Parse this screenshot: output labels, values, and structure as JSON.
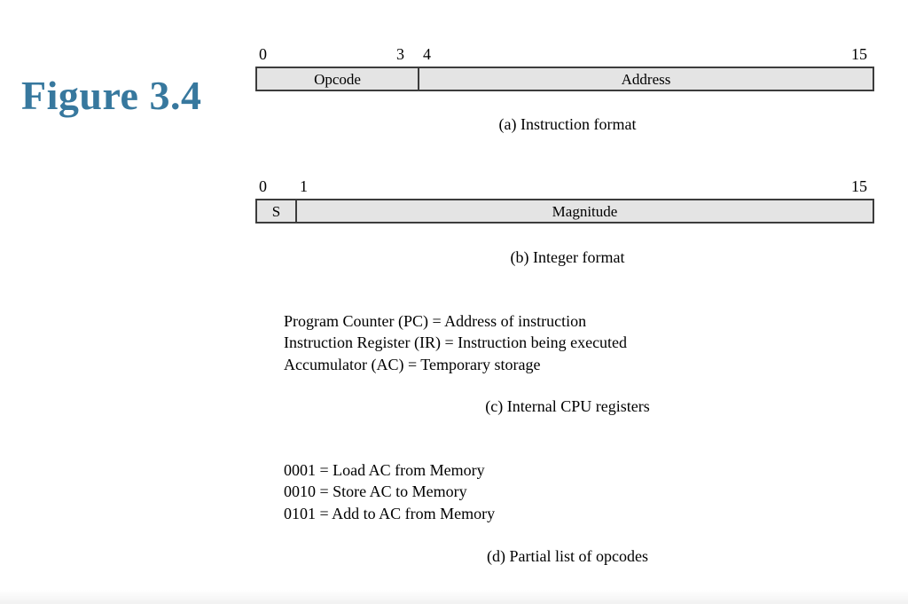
{
  "title": "Figure 3.4",
  "colors": {
    "title_color": "#37789e",
    "field_fill": "#e4e4e4",
    "field_border": "#3c3c3c"
  },
  "panel_a": {
    "bit_labels": [
      "0",
      "3",
      "4",
      "15"
    ],
    "fields": [
      "Opcode",
      "Address"
    ],
    "caption": "(a) Instruction format"
  },
  "panel_b": {
    "bit_labels": [
      "0",
      "1",
      "15"
    ],
    "fields": [
      "S",
      "Magnitude"
    ],
    "caption": "(b) Integer format"
  },
  "panel_c": {
    "lines": [
      "Program Counter (PC) = Address of instruction",
      "Instruction Register (IR) = Instruction being executed",
      "Accumulator (AC) = Temporary storage"
    ],
    "caption": "(c) Internal CPU registers"
  },
  "panel_d": {
    "lines": [
      "0001 = Load AC from Memory",
      "0010 = Store AC to Memory",
      "0101 = Add to AC from Memory"
    ],
    "caption": "(d) Partial list of opcodes"
  }
}
